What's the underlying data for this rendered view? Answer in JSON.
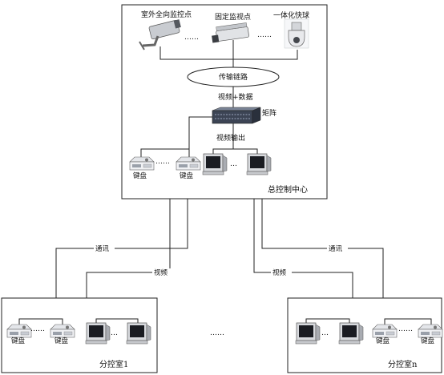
{
  "center": {
    "title": "总控制中心",
    "cameras": {
      "outdoor_ptz": "室外全向监控点",
      "fixed": "固定监视点",
      "dome": "一体化快球",
      "dots": "……"
    },
    "transmission": "传输链路",
    "video_data": "视频+数据",
    "matrix": "矩阵",
    "video_output": "视频输出",
    "keyboard": "键盘",
    "dots": "……",
    "monitor_dots": "…"
  },
  "links": {
    "comm_left": "通讯",
    "video_left": "视频",
    "video_right": "视频",
    "comm_right": "通讯"
  },
  "rooms": {
    "room1": "分控室1",
    "roomn": "分控室n",
    "keyboard": "键盘",
    "dots": "……",
    "monitor_dots": "…",
    "between": "……"
  }
}
